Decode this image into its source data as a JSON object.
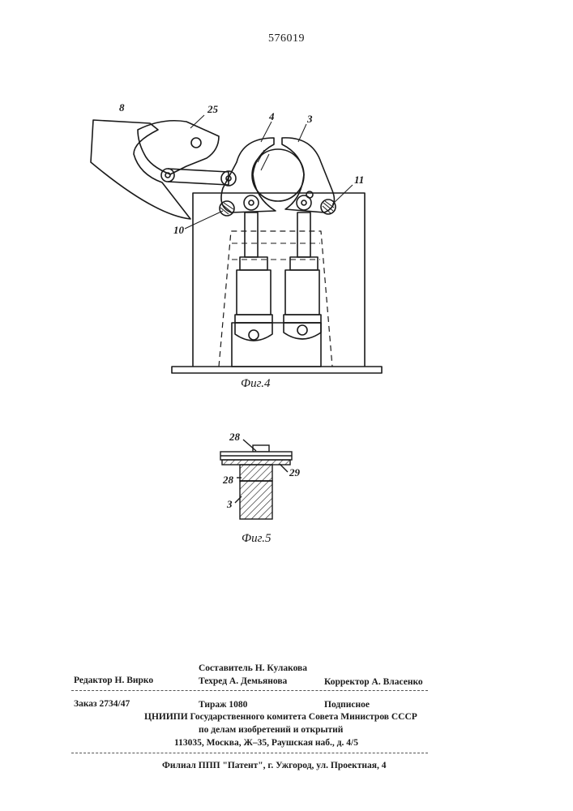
{
  "page_number": "576019",
  "figure4": {
    "caption": "Фиг.4",
    "labels": {
      "l8": "8",
      "l25": "25",
      "l4": "4",
      "l3": "3",
      "l11": "11",
      "l10": "10"
    }
  },
  "figure5": {
    "caption": "Фиг.5",
    "labels": {
      "l28_top": "28",
      "l29": "29",
      "l28_mid": "28",
      "l3": "3"
    }
  },
  "colophon": {
    "composer": "Составитель Н. Кулакова",
    "editor": "Редактор Н. Вирко",
    "techred": "Техред А. Демьянова",
    "corrector": "Корректор А. Власенко",
    "order": "Заказ 2734/47",
    "circulation": "Тираж 1080",
    "subscription": "Подписное",
    "institute": "ЦНИИПИ Государственного комитета Совета Министров СССР",
    "affairs": "по делам изобретений и открытий",
    "address": "113035, Москва, Ж–35, Раушская наб., д. 4/5",
    "branch": "Филиал ППП \"Патент\", г. Ужгород, ул. Проектная, 4"
  }
}
